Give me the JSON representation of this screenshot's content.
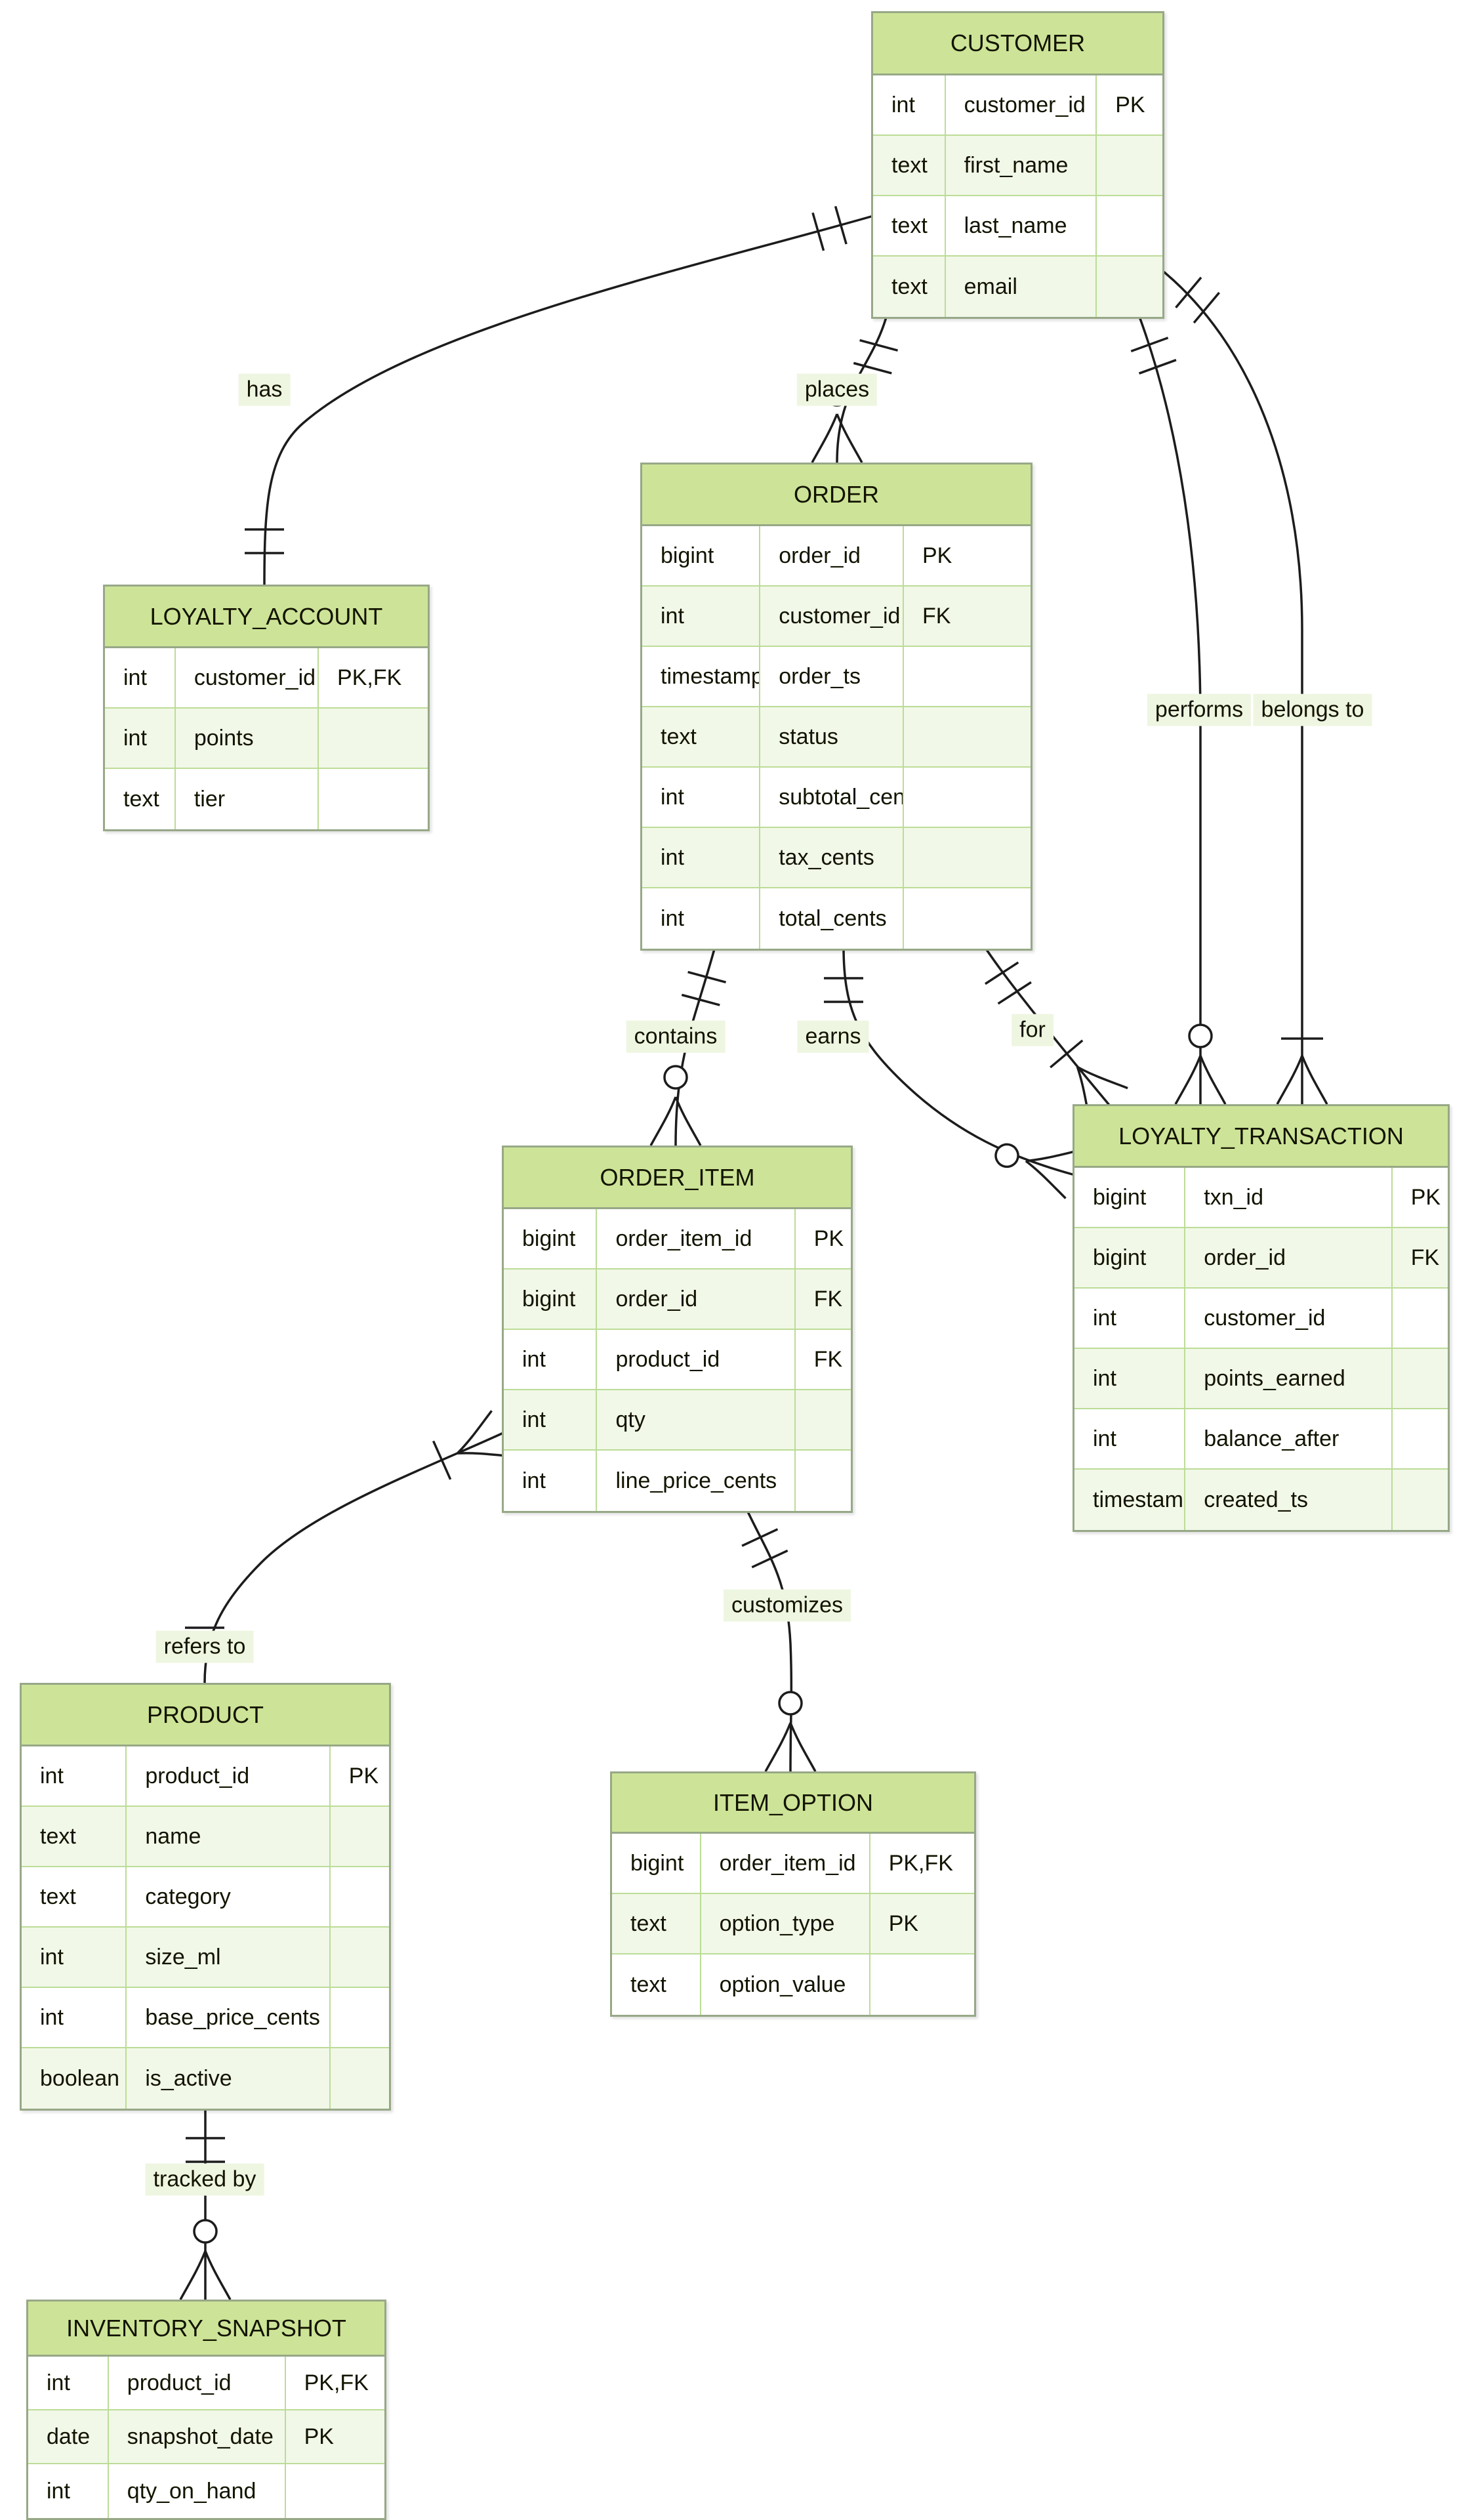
{
  "diagram": {
    "type": "entity-relationship-diagram",
    "notation": "crows-foot",
    "colors": {
      "entity_header": "#cde498",
      "entity_border": "#97a887",
      "row_alt": "#f1f8e8",
      "grid_line": "#bcdc96",
      "relationship_line": "#1c1c1c",
      "label_background": "#eef6e1",
      "text": "#131300"
    }
  },
  "entities": [
    {
      "id": "customer",
      "name": "CUSTOMER",
      "rows": [
        {
          "type": "int",
          "name": "customer_id",
          "key": "PK"
        },
        {
          "type": "text",
          "name": "first_name",
          "key": ""
        },
        {
          "type": "text",
          "name": "last_name",
          "key": ""
        },
        {
          "type": "text",
          "name": "email",
          "key": ""
        }
      ]
    },
    {
      "id": "loyalty_account",
      "name": "LOYALTY_ACCOUNT",
      "rows": [
        {
          "type": "int",
          "name": "customer_id",
          "key": "PK,FK"
        },
        {
          "type": "int",
          "name": "points",
          "key": ""
        },
        {
          "type": "text",
          "name": "tier",
          "key": ""
        }
      ]
    },
    {
      "id": "order",
      "name": "ORDER",
      "rows": [
        {
          "type": "bigint",
          "name": "order_id",
          "key": "PK"
        },
        {
          "type": "int",
          "name": "customer_id",
          "key": "FK"
        },
        {
          "type": "timestamptz",
          "name": "order_ts",
          "key": ""
        },
        {
          "type": "text",
          "name": "status",
          "key": ""
        },
        {
          "type": "int",
          "name": "subtotal_cents",
          "key": ""
        },
        {
          "type": "int",
          "name": "tax_cents",
          "key": ""
        },
        {
          "type": "int",
          "name": "total_cents",
          "key": ""
        }
      ]
    },
    {
      "id": "order_item",
      "name": "ORDER_ITEM",
      "rows": [
        {
          "type": "bigint",
          "name": "order_item_id",
          "key": "PK"
        },
        {
          "type": "bigint",
          "name": "order_id",
          "key": "FK"
        },
        {
          "type": "int",
          "name": "product_id",
          "key": "FK"
        },
        {
          "type": "int",
          "name": "qty",
          "key": ""
        },
        {
          "type": "int",
          "name": "line_price_cents",
          "key": ""
        }
      ]
    },
    {
      "id": "loyalty_transaction",
      "name": "LOYALTY_TRANSACTION",
      "rows": [
        {
          "type": "bigint",
          "name": "txn_id",
          "key": "PK"
        },
        {
          "type": "bigint",
          "name": "order_id",
          "key": "FK"
        },
        {
          "type": "int",
          "name": "customer_id",
          "key": ""
        },
        {
          "type": "int",
          "name": "points_earned",
          "key": ""
        },
        {
          "type": "int",
          "name": "balance_after",
          "key": ""
        },
        {
          "type": "timestamptz",
          "name": "created_ts",
          "key": ""
        }
      ]
    },
    {
      "id": "product",
      "name": "PRODUCT",
      "rows": [
        {
          "type": "int",
          "name": "product_id",
          "key": "PK"
        },
        {
          "type": "text",
          "name": "name",
          "key": ""
        },
        {
          "type": "text",
          "name": "category",
          "key": ""
        },
        {
          "type": "int",
          "name": "size_ml",
          "key": ""
        },
        {
          "type": "int",
          "name": "base_price_cents",
          "key": ""
        },
        {
          "type": "boolean",
          "name": "is_active",
          "key": ""
        }
      ]
    },
    {
      "id": "item_option",
      "name": "ITEM_OPTION",
      "rows": [
        {
          "type": "bigint",
          "name": "order_item_id",
          "key": "PK,FK"
        },
        {
          "type": "text",
          "name": "option_type",
          "key": "PK"
        },
        {
          "type": "text",
          "name": "option_value",
          "key": ""
        }
      ]
    },
    {
      "id": "inventory_snapshot",
      "name": "INVENTORY_SNAPSHOT",
      "rows": [
        {
          "type": "int",
          "name": "product_id",
          "key": "PK,FK"
        },
        {
          "type": "date",
          "name": "snapshot_date",
          "key": "PK"
        },
        {
          "type": "int",
          "name": "qty_on_hand",
          "key": ""
        }
      ]
    }
  ],
  "relationships": [
    {
      "from": "CUSTOMER",
      "to": "LOYALTY_ACCOUNT",
      "label": "has",
      "from_card": "exactly-one",
      "to_card": "exactly-one"
    },
    {
      "from": "CUSTOMER",
      "to": "ORDER",
      "label": "places",
      "from_card": "exactly-one",
      "to_card": "zero-or-many"
    },
    {
      "from": "ORDER",
      "to": "ORDER_ITEM",
      "label": "contains",
      "from_card": "exactly-one",
      "to_card": "zero-or-many"
    },
    {
      "from": "ORDER",
      "to": "LOYALTY_TRANSACTION",
      "label": "earns",
      "from_card": "exactly-one",
      "to_card": "zero-or-many"
    },
    {
      "from": "ORDER",
      "to": "LOYALTY_TRANSACTION",
      "label": "for",
      "from_card": "exactly-one",
      "to_card": "one-or-many"
    },
    {
      "from": "CUSTOMER",
      "to": "LOYALTY_TRANSACTION",
      "label": "performs",
      "from_card": "exactly-one",
      "to_card": "zero-or-many"
    },
    {
      "from": "CUSTOMER",
      "to": "LOYALTY_TRANSACTION",
      "label": "belongs to",
      "from_card": "exactly-one",
      "to_card": "one-or-many"
    },
    {
      "from": "ORDER_ITEM",
      "to": "PRODUCT",
      "label": "refers to",
      "from_card": "one-or-many",
      "to_card": "exactly-one"
    },
    {
      "from": "ORDER_ITEM",
      "to": "ITEM_OPTION",
      "label": "customizes",
      "from_card": "exactly-one",
      "to_card": "zero-or-many"
    },
    {
      "from": "PRODUCT",
      "to": "INVENTORY_SNAPSHOT",
      "label": "tracked by",
      "from_card": "exactly-one",
      "to_card": "zero-or-many"
    }
  ]
}
